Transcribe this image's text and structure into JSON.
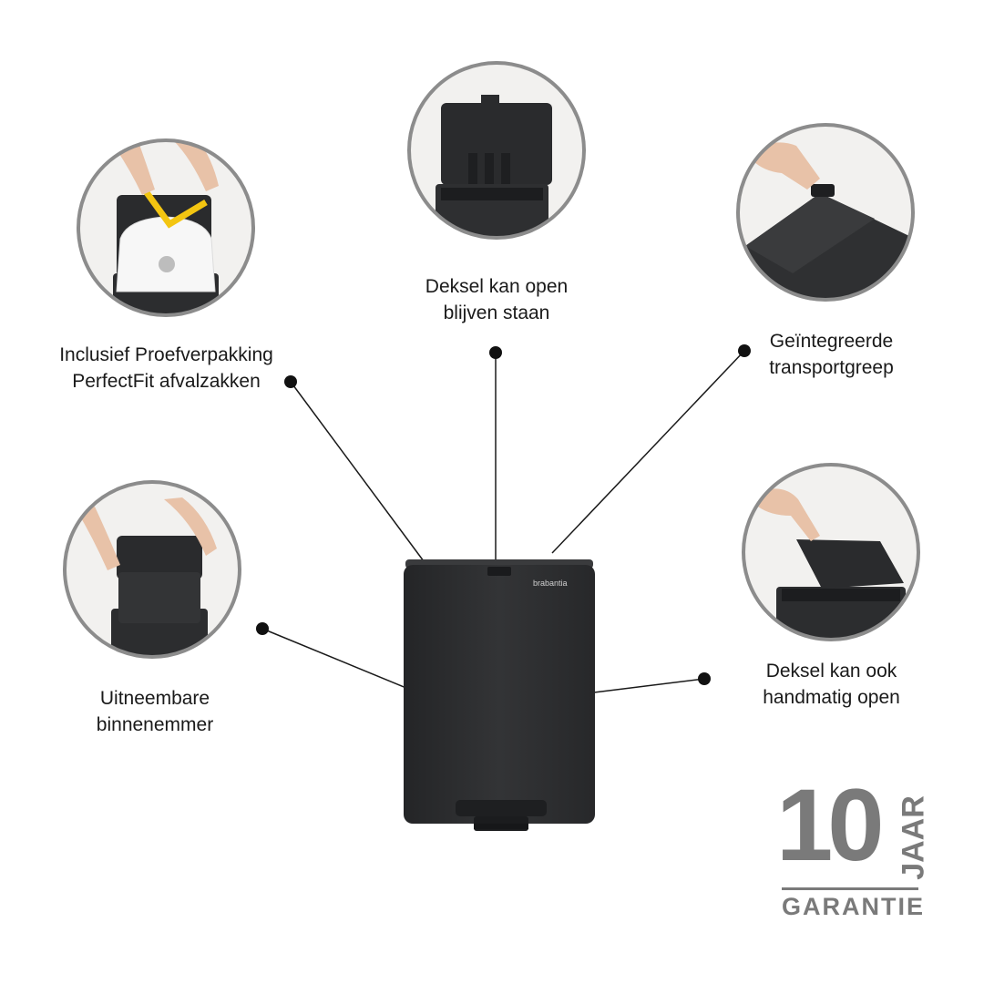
{
  "callouts": {
    "bags": [
      "Inclusief Proefverpakking",
      "PerfectFit afvalzakken"
    ],
    "lid_open": [
      "Deksel kan open",
      "blijven staan"
    ],
    "handle": [
      "Geïntegreerde",
      "transportgreep"
    ],
    "inner_bucket": [
      "Uitneembare",
      "binnenemmer"
    ],
    "manual_open": [
      "Deksel kan ook",
      "handmatig open"
    ]
  },
  "product": {
    "brand": "brabantia"
  },
  "warranty": {
    "number": "10",
    "unit": "JAAR",
    "label": "GARANTIE"
  },
  "colors": {
    "bin": "#2c2d2f",
    "ring": "#8c8c8c",
    "badge": "#7a7a7a",
    "bag": "#f3c511"
  }
}
